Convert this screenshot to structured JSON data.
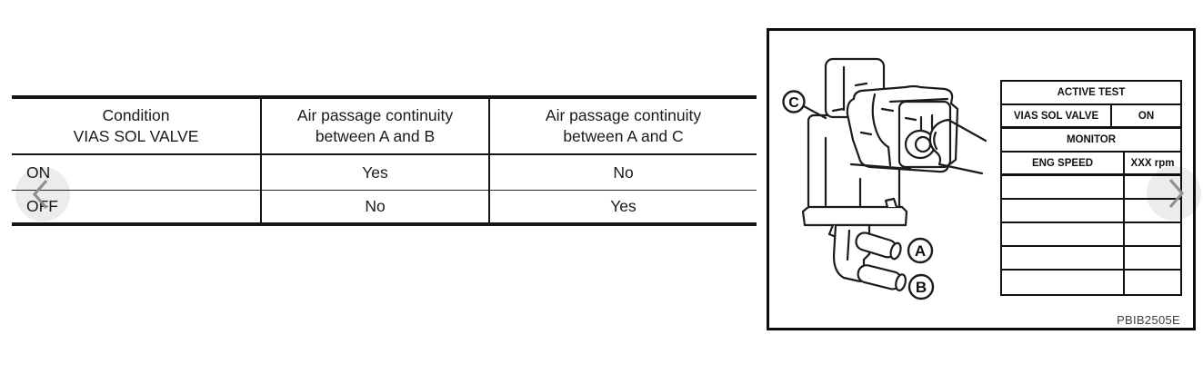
{
  "nav": {
    "prev_icon": "chevron-left",
    "next_icon": "chevron-right"
  },
  "continuity_table": {
    "headers": [
      "Condition\nVIAS SOL VALVE",
      "Air passage continuity\nbetween A and B",
      "Air passage continuity\nbetween A and C"
    ],
    "rows": [
      {
        "condition": "ON",
        "continuity_a_b": "Yes",
        "continuity_a_c": "No"
      },
      {
        "condition": "OFF",
        "continuity_a_b": "No",
        "continuity_a_c": "Yes"
      }
    ]
  },
  "figure": {
    "labels": {
      "connector": "C",
      "port_a": "A",
      "port_b": "B"
    },
    "consult_screen": {
      "active_test_header": "ACTIVE TEST",
      "test_item": "VIAS SOL VALVE",
      "test_value": "ON",
      "monitor_header": "MONITOR",
      "monitor_item": "ENG SPEED",
      "monitor_value": "XXX rpm",
      "empty_rows": 5
    },
    "figure_code": "PBIB2505E"
  },
  "colors": {
    "ink": "#1a1a1a",
    "nav_circle": "rgba(0,0,0,0.075)",
    "nav_chevron": "#8f8f8f"
  }
}
